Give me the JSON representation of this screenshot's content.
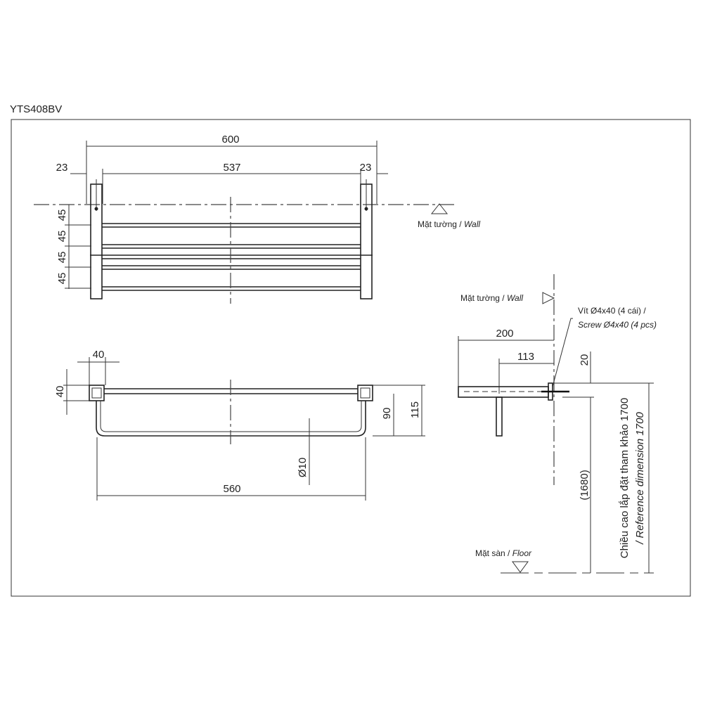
{
  "title": "YTS408BV",
  "top_view": {
    "overall_width": "600",
    "inner_width": "537",
    "left_offset": "23",
    "right_offset": "23",
    "bar_spacings": [
      "45",
      "45",
      "45",
      "45"
    ],
    "wall_label": "Mặt tường / ",
    "wall_label_en": "Wall"
  },
  "front_view": {
    "bracket_width": "40",
    "bracket_height": "40",
    "rod_length": "560",
    "drop_inner": "90",
    "drop_total": "115",
    "rod_diameter": "Ø10"
  },
  "side_view": {
    "wall_label": "Mặt tường / ",
    "wall_label_en": "Wall",
    "depth": "200",
    "rod_offset": "113",
    "top_offset": "20",
    "screw_vi": "Vít Ø4x40 (4 cái) /",
    "screw_en": "Screw Ø4x40 (4 pcs)",
    "height": "(1680)",
    "ref_vi": "Chiều cao lắp đặt tham khảo 1700",
    "ref_en": "/ Reference dimension 1700",
    "floor_label": "Mặt sàn / ",
    "floor_label_en": "Floor"
  }
}
